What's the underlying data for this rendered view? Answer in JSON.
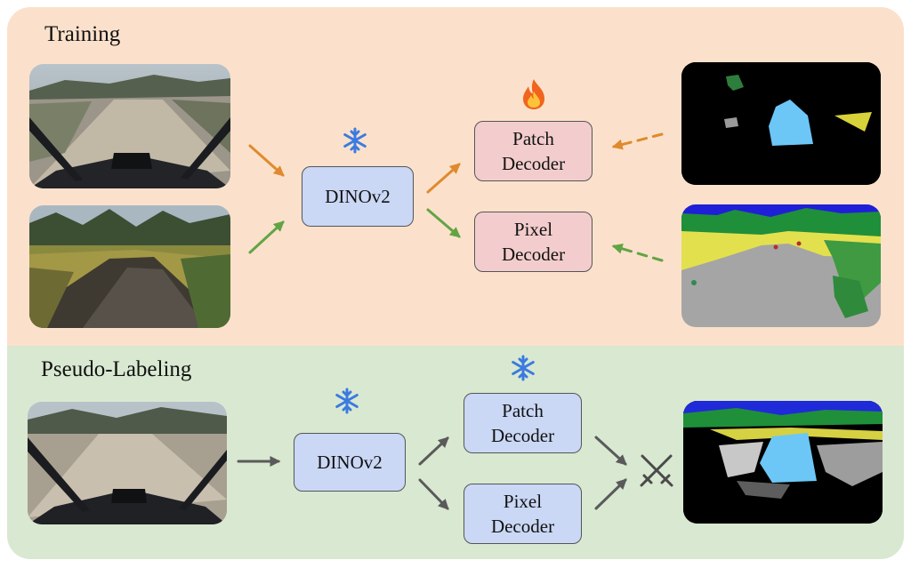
{
  "training": {
    "title": "Training",
    "encoder_label": "DINOv2",
    "patch_decoder_label": "Patch\nDecoder",
    "pixel_decoder_label": "Pixel\nDecoder"
  },
  "pseudo_labeling": {
    "title": "Pseudo-Labeling",
    "encoder_label": "DINOv2",
    "patch_decoder_label": "Patch\nDecoder",
    "pixel_decoder_label": "Pixel\nDecoder"
  },
  "icons": {
    "frozen": "snowflake-icon",
    "trainable": "fire-icon",
    "combine": "crossed-swords-icon"
  },
  "colors": {
    "training_bg": "#fbe1cb",
    "pseudo_bg": "#d9e8d1",
    "encoder_fill": "#cad7f5",
    "decoder_fill": "#f3cdcd",
    "patch_arrow": "#e08a2e",
    "pixel_arrow": "#62a445",
    "inference_arrow": "#5a5a5a",
    "snowflake": "#3b7be0"
  }
}
